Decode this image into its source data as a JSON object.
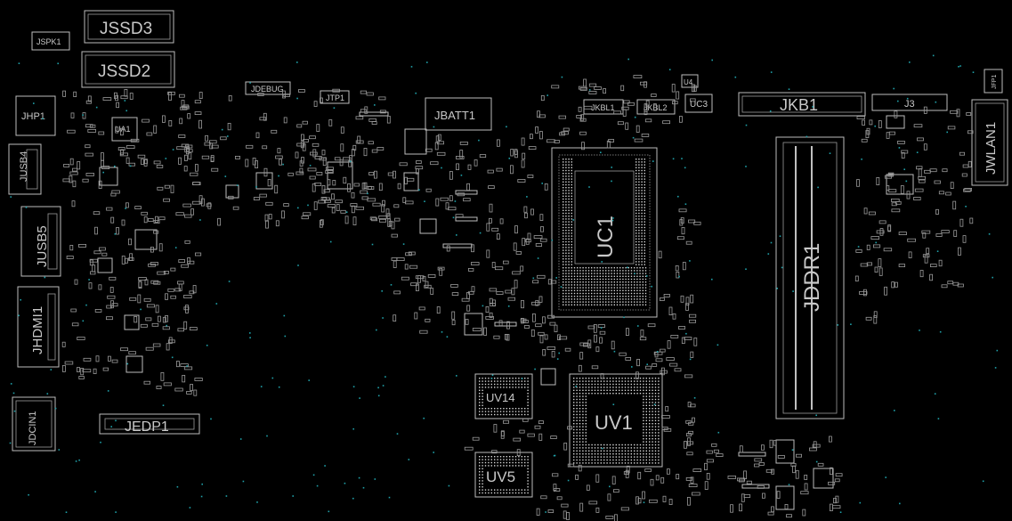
{
  "colors": {
    "background": "#000000",
    "silkscreen": "#c8c8c8",
    "via": "#1fa0a8"
  },
  "components": {
    "jspk1": "JSPK1",
    "jssd3": "JSSD3",
    "jssd2": "JSSD2",
    "jhp1": "JHP1",
    "jusb4": "JUSB4",
    "jusb5": "JUSB5",
    "jhdmi1": "JHDMI1",
    "jdcin1": "JDCIN1",
    "jedp1": "JEDP1",
    "ua1": "UA1",
    "jdebug": "JDEBUG",
    "jtp1": "JTP1",
    "jbatt1": "JBATT1",
    "jkbl1": "JKBL1",
    "jkbl2": "JKBL2",
    "u4": "U4",
    "uc3": "UC3",
    "jkb1": "JKB1",
    "j3": "J3",
    "jfp1": "JFP1",
    "jwlan1": "JWLAN1",
    "uc1": "UC1",
    "jddr1": "JDDR1",
    "uv14": "UV14",
    "uv1": "UV1",
    "uv5": "UV5"
  }
}
